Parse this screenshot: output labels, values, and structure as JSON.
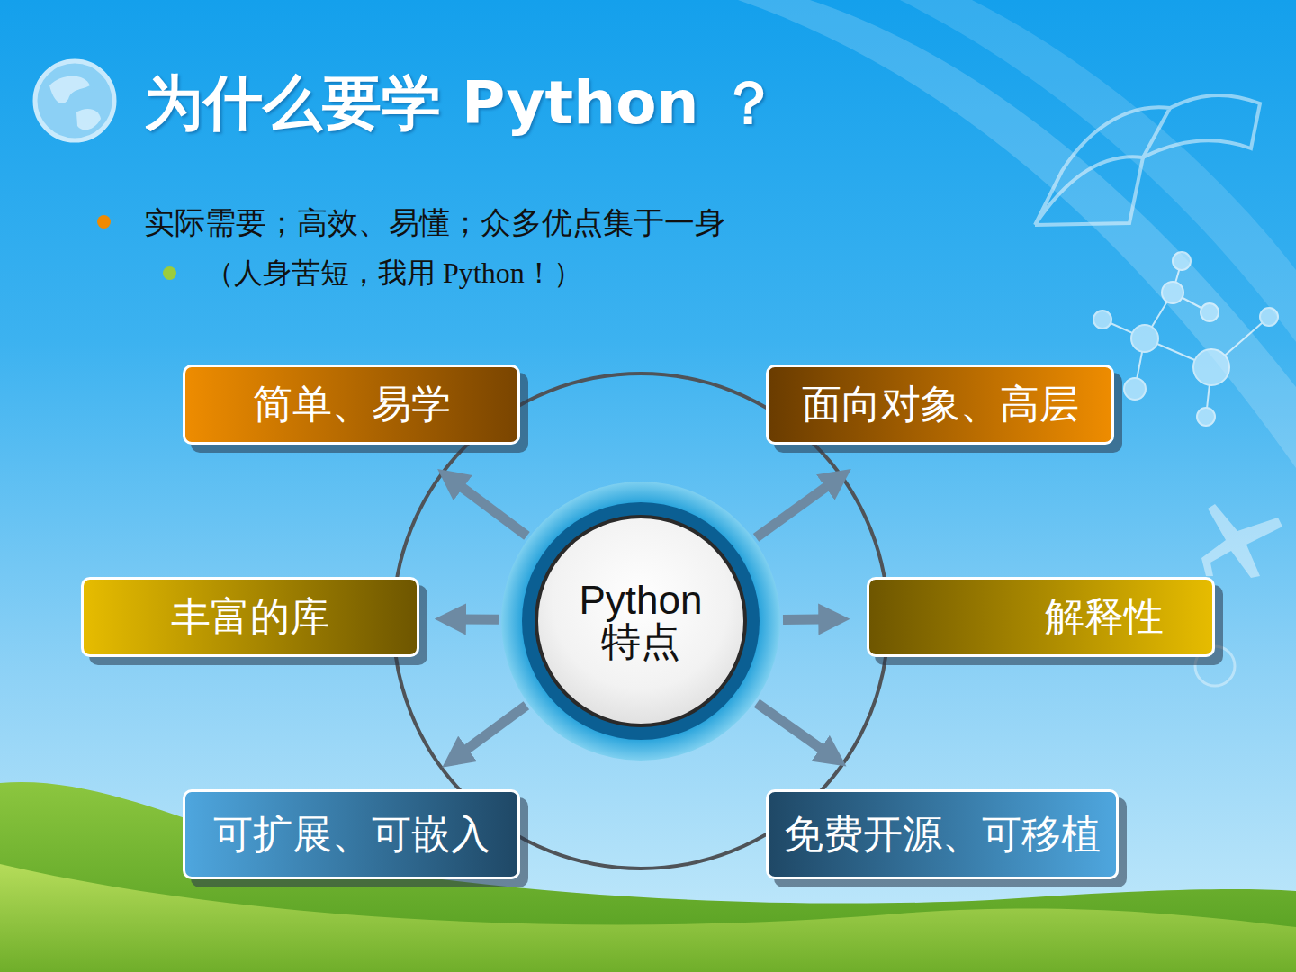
{
  "diagram": {
    "title": "为什么要学 Python ？",
    "nodes": [
      {
        "text": [
          "简单、易学"
        ]
      },
      {
        "text": [
          "面向对象、高层"
        ]
      },
      {
        "text": [
          "丰富的库"
        ]
      },
      {
        "text": [
          "Python 特点"
        ]
      },
      {
        "text": [
          "解释性"
        ]
      },
      {
        "text": [
          "可扩展、可嵌入"
        ]
      },
      {
        "text": [
          "免费开源、可移植"
        ]
      }
    ],
    "edges": [
      {
        "from": 3,
        "to": 0,
        "arrow": "to"
      },
      {
        "from": 3,
        "to": 1,
        "arrow": "to"
      },
      {
        "from": 3,
        "to": 2,
        "arrow": "to"
      },
      {
        "from": 3,
        "to": 4,
        "arrow": "to"
      },
      {
        "from": 3,
        "to": 5,
        "arrow": "to"
      },
      {
        "from": 3,
        "to": 6,
        "arrow": "to"
      }
    ],
    "labels": [
      "实际需要；高效、易懂；众多优点集于一身",
      "（人身苦短，我用 Python！）"
    ]
  }
}
